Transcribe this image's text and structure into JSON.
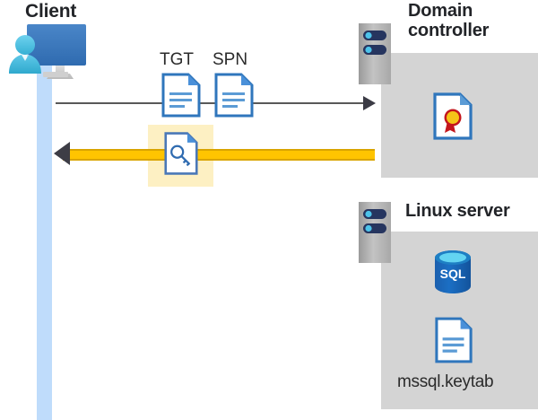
{
  "diagram": {
    "type": "kerberos-authentication-flow",
    "nodes": {
      "client": {
        "title": "Client",
        "icon": "user-workstation-icon"
      },
      "domain_controller": {
        "title": "Domain controller",
        "title_line1": "Domain",
        "title_line2": "controller",
        "icon": "server-rack-icon",
        "contents": [
          {
            "label": "",
            "icon": "certificate-document-icon"
          }
        ]
      },
      "linux_server": {
        "title": "Linux server",
        "icon": "server-rack-icon",
        "contents": [
          {
            "label": "",
            "icon": "sql-database-icon",
            "text": "SQL"
          },
          {
            "label": "mssql.keytab",
            "icon": "keytab-document-icon"
          }
        ]
      }
    },
    "messages": [
      {
        "id": "request",
        "direction": "right",
        "style": "thin-gray-arrow",
        "artifacts": [
          {
            "label": "TGT",
            "icon": "document-icon"
          },
          {
            "label": "SPN",
            "icon": "document-icon"
          }
        ]
      },
      {
        "id": "response",
        "direction": "left",
        "style": "thick-yellow-arrow",
        "highlighted": true,
        "artifacts": [
          {
            "label": "",
            "icon": "key-document-icon"
          }
        ]
      }
    ],
    "colors": {
      "panel_gray": "#d4d4d4",
      "lifeline_blue": "#bfdcfb",
      "arrow_yellow": "#ffc400",
      "arrow_yellow_edge": "#d9a400",
      "arrowhead_dark": "#3d3d46",
      "line_gray": "#595959",
      "highlight_yellow": "#fdf0c3",
      "icon_blue": "#2f76bc",
      "sql_blue": "#0f6cbd",
      "cert_gold": "#f5c518",
      "cert_red": "#c4161c",
      "heading_text": "#222428"
    }
  }
}
